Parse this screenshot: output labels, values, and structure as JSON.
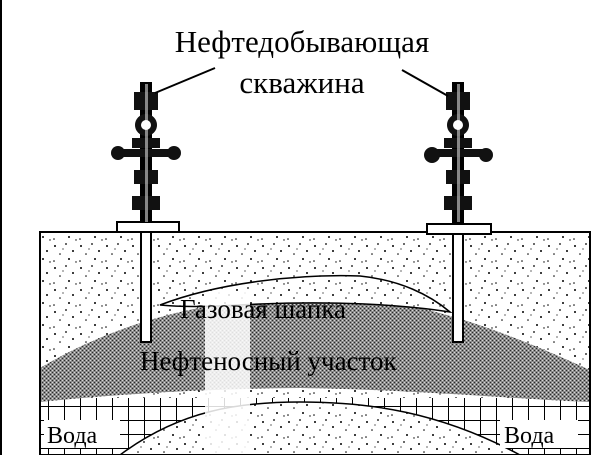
{
  "title": {
    "line1": "Нефтедобывающая",
    "line2": "скважина"
  },
  "zones": {
    "gas_cap": "Газовая шапка",
    "oil_zone": "Нефтеносный участок",
    "water_left": "Вода",
    "water_right": "Вода"
  },
  "icons": {
    "wellhead": "wellhead-icon"
  }
}
